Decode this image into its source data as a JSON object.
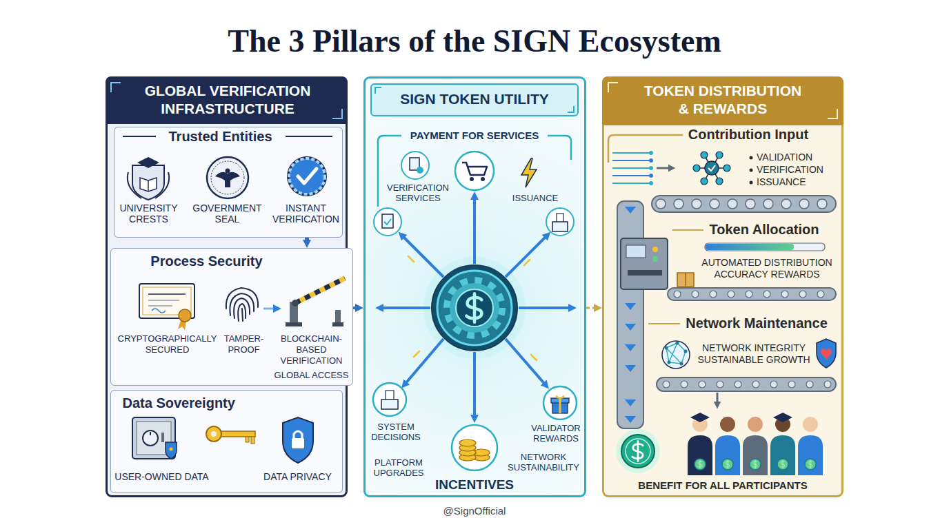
{
  "diagram": {
    "title": "The 3 Pillars of the SIGN Ecosystem",
    "caption": "@SignOfficial",
    "nodes": [
      {
        "text": [
          "GLOBAL VERIFICATION INFRASTRUCTURE"
        ]
      },
      {
        "text": [
          "Trusted Entities",
          "UNIVERSITY CRESTS",
          "GOVERNMENT SEAL",
          "INSTANT VERIFICATION"
        ],
        "in": 0
      },
      {
        "text": [
          "Process Security",
          "CRYPTOGRAPHICALLY SECURED",
          "TAMPER-PROOF",
          "BLOCKCHAIN-BASED VERIFICATION",
          "GLOBAL ACCESS"
        ],
        "in": 0
      },
      {
        "text": [
          "Data Sovereignty",
          "USER-OWNED DATA",
          "DATA PRIVACY"
        ],
        "in": 0
      },
      {
        "text": [
          "SIGN TOKEN UTILITY",
          "PAYMENT FOR SERVICES",
          "VERIFICATION SERVICES",
          "ISSUANCE",
          "SYSTEM DECISIONS",
          "PLATFORM UPGRADES",
          "INCENTIVES",
          "VALIDATOR REWARDS",
          "NETWORK SUSTAINABILITY"
        ]
      },
      {
        "text": [
          "TOKEN DISTRIBUTION & REWARDS",
          "Contribution Input",
          "VALIDATION",
          "VERIFICATION",
          "ISSUANCE",
          "Token Allocation",
          "AUTOMATED DISTRIBUTION ACCURACY REWARDS",
          "Network Maintenance",
          "NETWORK INTEGRITY SUSTAINABLE GROWTH",
          "BENEFIT FOR ALL PARTICIPANTS"
        ]
      }
    ],
    "edges": [
      {
        "from": 1,
        "to": 2,
        "arrow": "to"
      },
      {
        "from": 2,
        "to": 4,
        "arrow": "to"
      },
      {
        "from": 4,
        "to": 5,
        "arrow": "to"
      }
    ]
  }
}
